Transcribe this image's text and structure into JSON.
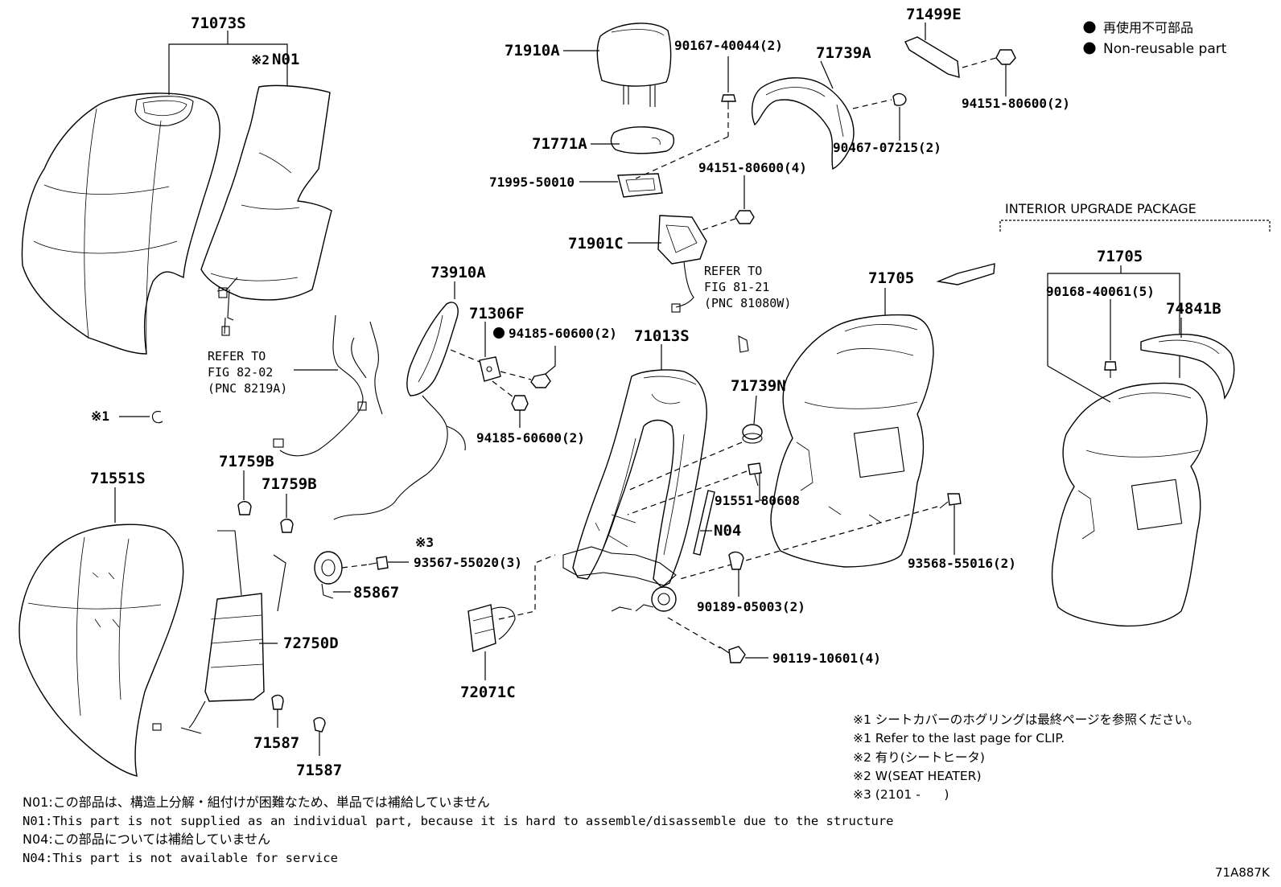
{
  "legend": {
    "non_reusable_jp": "再使用不可部品",
    "non_reusable_en": "Non-reusable part"
  },
  "package_label": "INTERIOR UPGRADE PACKAGE",
  "part_labels": {
    "p71073S": "71073S",
    "pN01": "N01",
    "pN01_mark": "※2",
    "p71910A": "71910A",
    "p90167": "90167-40044(2)",
    "p71739A": "71739A",
    "p71499E": "71499E",
    "p94151_2": "94151-80600(2)",
    "p71771A": "71771A",
    "p90467": "90467-07215(2)",
    "p71995": "71995-50010",
    "p94151_4": "94151-80600(4)",
    "p71901C": "71901C",
    "p73910A": "73910A",
    "p71306F": "71306F",
    "p94185_a": "94185-60600(2)",
    "p94185_b": "94185-60600(2)",
    "p71013S": "71013S",
    "p71705_main": "71705",
    "p71705_pkg": "71705",
    "p90168": "90168-40061(5)",
    "p74841B": "74841B",
    "p71739N": "71739N",
    "p91551": "91551-80608",
    "pN04": "N04",
    "p93568": "93568-55016(2)",
    "p90189": "90189-05003(2)",
    "p90119": "90119-10601(4)",
    "p71551S": "71551S",
    "p71759B_a": "71759B",
    "p71759B_b": "71759B",
    "p93567_mark": "※3",
    "p93567": "93567-55020(3)",
    "p85867": "85867",
    "p72750D": "72750D",
    "p72071C": "72071C",
    "p71587_a": "71587",
    "p71587_b": "71587",
    "clip_mark": "※1"
  },
  "refs": {
    "fig81": [
      "REFER TO",
      "FIG 81-21",
      "(PNC 81080W)"
    ],
    "fig82": [
      "REFER TO",
      "FIG 82-02",
      "(PNC 8219A)"
    ]
  },
  "footnotes_right": [
    "※1 シートカバーのホグリングは最終ページを参照ください。",
    "※1 Refer to the last page for CLIP.",
    "※2 有り(シートヒータ)",
    "※2 W(SEAT HEATER)",
    "※3 (2101 -      )"
  ],
  "footnotes_bottom": [
    "N01:この部品は、構造上分解・組付けが困難なため、単品では補給していません",
    "N01:This part is not supplied as an individual part, because it is hard to assemble/disassemble due to the structure",
    "N04:この部品については補給していません",
    "N04:This part is not available for service"
  ],
  "figure_code": "71A887K"
}
